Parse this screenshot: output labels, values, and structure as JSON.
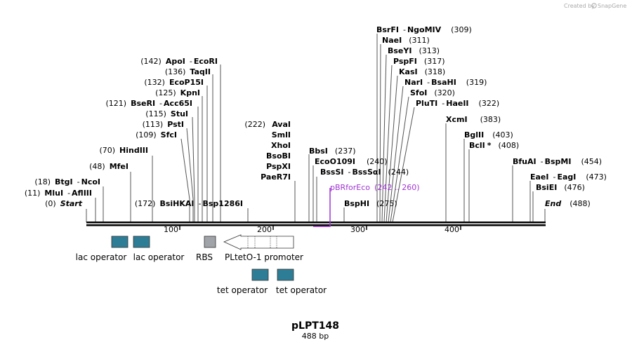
{
  "header": {
    "credit": "Created by",
    "brand": "SnapGene"
  },
  "plasmid": {
    "name": "pLPT148",
    "size_label": "488 bp"
  },
  "ruler": {
    "ticks": [
      "100",
      "200",
      "300",
      "400"
    ]
  },
  "sites": {
    "start": {
      "pos": "(0)",
      "name": "Start"
    },
    "end": {
      "name": "End",
      "pos": "(488)"
    },
    "mlui": {
      "pos": "(11)",
      "name": "MluI",
      "sep": "-",
      "name2": "AflIII"
    },
    "btgi": {
      "pos": "(18)",
      "name": "BtgI",
      "sep": "-",
      "name2": "NcoI"
    },
    "mfei": {
      "pos": "(48)",
      "name": "MfeI"
    },
    "hindiii": {
      "pos": "(70)",
      "name": "HindIII"
    },
    "sfci": {
      "pos": "(109)",
      "name": "SfcI"
    },
    "psti": {
      "pos": "(113)",
      "name": "PstI"
    },
    "stui": {
      "pos": "(115)",
      "name": "StuI"
    },
    "bseri": {
      "pos": "(121)",
      "name": "BseRI",
      "sep": "-",
      "name2": "Acc65I"
    },
    "kpni": {
      "pos": "(125)",
      "name": "KpnI"
    },
    "ecop15i": {
      "pos": "(132)",
      "name": "EcoP15I"
    },
    "taqii": {
      "pos": "(136)",
      "name": "TaqII"
    },
    "apoi": {
      "pos": "(142)",
      "name": "ApoI",
      "sep": "-",
      "name2": "EcoRI"
    },
    "bsihkai": {
      "pos": "(172)",
      "name": "BsiHKAI",
      "sep": "-",
      "name2": "Bsp1286I"
    },
    "ava": {
      "pos": "(222)",
      "names": [
        "AvaI",
        "SmlI",
        "XhoI",
        "BsoBI",
        "PspXI",
        "PaeR7I"
      ]
    },
    "bbsi": {
      "name": "BbsI",
      "pos": "(237)"
    },
    "eco0109i": {
      "name": "EcoO109I",
      "pos": "(240)"
    },
    "bsssi": {
      "name": "BssSI",
      "sep": "-",
      "name2": "BssSαI",
      "pos": "(244)"
    },
    "bsphi": {
      "name": "BspHI",
      "pos": "(275)"
    },
    "bsrfi": {
      "name": "BsrFI",
      "sep": "-",
      "name2": "NgoMIV",
      "pos": "(309)"
    },
    "naei": {
      "name": "NaeI",
      "pos": "(311)"
    },
    "bseyi": {
      "name": "BseYI",
      "pos": "(313)"
    },
    "pspfi": {
      "name": "PspFI",
      "pos": "(317)"
    },
    "kasi": {
      "name": "KasI",
      "pos": "(318)"
    },
    "nari": {
      "name": "NarI",
      "sep": "-",
      "name2": "BsaHI",
      "pos": "(319)"
    },
    "sfoi": {
      "name": "SfoI",
      "pos": "(320)"
    },
    "pluti": {
      "name": "PluTI",
      "sep": "-",
      "name2": "HaeII",
      "pos": "(322)"
    },
    "xcmi": {
      "name": "XcmI",
      "pos": "(383)"
    },
    "bglii": {
      "name": "BglII",
      "pos": "(403)"
    },
    "bcli": {
      "name": "BclI",
      "mark": "*",
      "pos": "(408)"
    },
    "bfuai": {
      "name": "BfuAI",
      "sep": "-",
      "name2": "BspMI",
      "pos": "(454)"
    },
    "eaei": {
      "name": "EaeI",
      "sep": "-",
      "name2": "EagI",
      "pos": "(473)"
    },
    "bsiei": {
      "name": "BsiEI",
      "pos": "(476)"
    }
  },
  "primer": {
    "name": "pBRforEco",
    "range": "(242 .. 260)"
  },
  "features": {
    "lac1": "lac operator",
    "lac2": "lac operator",
    "rbs": "RBS",
    "promoter": "PLtetO-1 promoter",
    "tet1": "tet operator",
    "tet2": "tet operator"
  },
  "colors": {
    "operator": "#2e7d96",
    "rbs": "#a0a3a8",
    "primer": "#a035d3",
    "backbone": "#000000",
    "site_line": "#555555"
  }
}
